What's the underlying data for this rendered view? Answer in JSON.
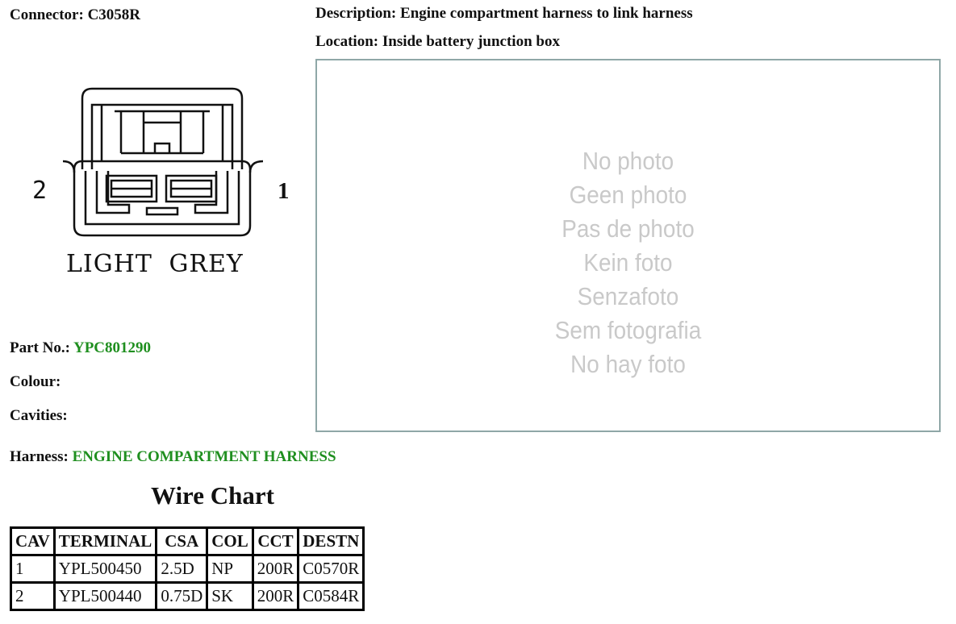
{
  "header": {
    "connector_label": "Connector:",
    "connector_value": "C3058R",
    "description_label": "Description:",
    "description_value": "Engine compartment harness to link harness",
    "location_label": "Location:",
    "location_value": "Inside battery junction box"
  },
  "diagram": {
    "pin_left": "2",
    "pin_right": "1",
    "color_text": "LIGHT GREY"
  },
  "photo": {
    "lines": [
      "No photo",
      "Geen photo",
      "Pas de photo",
      "Kein foto",
      "Senzafoto",
      "Sem fotografia",
      "No hay foto"
    ]
  },
  "details": {
    "part_label": "Part No.:",
    "part_value": "YPC801290",
    "colour_label": "Colour:",
    "colour_value": "",
    "cavities_label": "Cavities:",
    "cavities_value": "",
    "harness_label": "Harness:",
    "harness_value": "ENGINE COMPARTMENT HARNESS"
  },
  "wire_chart": {
    "title": "Wire Chart",
    "headers": [
      "CAV",
      "TERMINAL",
      "CSA",
      "COL",
      "CCT",
      "DESTN"
    ],
    "rows": [
      [
        "1",
        "YPL500450",
        "2.5D",
        "NP",
        "200R",
        "C0570R"
      ],
      [
        "2",
        "YPL500440",
        "0.75D",
        "SK",
        "200R",
        "C0584R"
      ]
    ]
  },
  "colors": {
    "link_green": "#1f8f1f",
    "photo_border": "#8fa7a7",
    "photo_text": "#c9c9c9"
  }
}
